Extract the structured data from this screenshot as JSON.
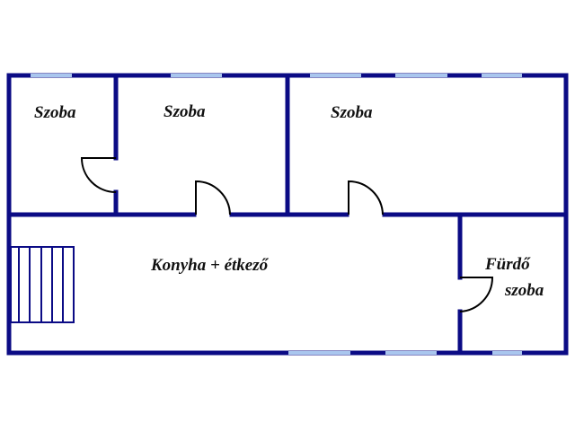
{
  "colors": {
    "wall": "#0b0b85",
    "window": "#a9c6ee",
    "door": "#000000"
  },
  "rooms": [
    {
      "id": "room-1",
      "label": "Szoba"
    },
    {
      "id": "room-2",
      "label": "Szoba"
    },
    {
      "id": "room-3",
      "label": "Szoba"
    },
    {
      "id": "kitchen",
      "label": "Konyha + étkező"
    },
    {
      "id": "bathroom",
      "label_line1": "Fürdő",
      "label_line2": "szoba"
    }
  ]
}
